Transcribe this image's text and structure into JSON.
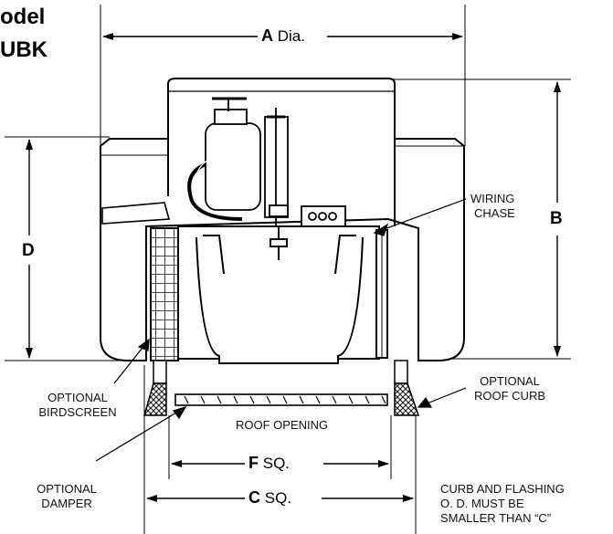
{
  "title": {
    "line1": "odel",
    "line2": "UBK"
  },
  "dimensions": {
    "a": {
      "letter": "A",
      "suffix": "Dia."
    },
    "b": {
      "letter": "B"
    },
    "c": {
      "letter": "C",
      "suffix": "SQ."
    },
    "d": {
      "letter": "D"
    },
    "f": {
      "letter": "F",
      "suffix": "SQ."
    }
  },
  "callouts": {
    "wiring_chase": [
      "WIRING",
      "CHASE"
    ],
    "birdscreen": [
      "OPTIONAL",
      "BIRDSCREEN"
    ],
    "roof_curb": [
      "OPTIONAL",
      "ROOF CURB"
    ],
    "damper": [
      "OPTIONAL",
      "DAMPER"
    ],
    "roof_opening": "ROOF OPENING",
    "curb_note": [
      "CURB AND FLASHING",
      "O. D. MUST BE",
      "SMALLER THAN “C”"
    ]
  }
}
